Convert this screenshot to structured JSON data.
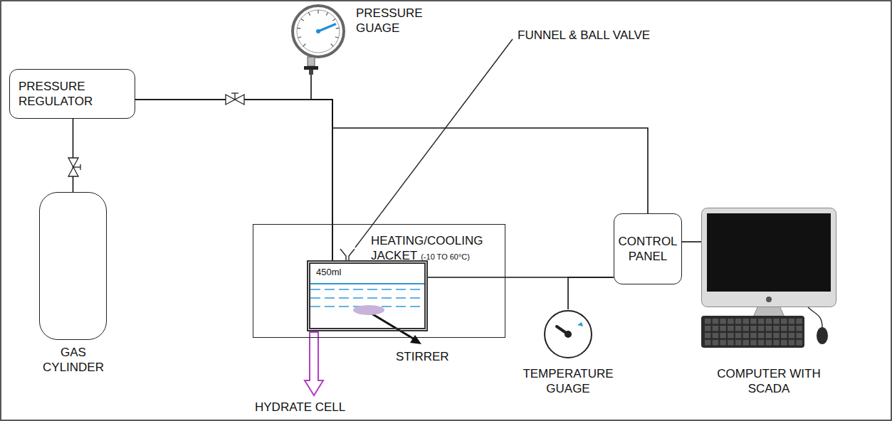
{
  "diagram": {
    "nodes": [
      {
        "text": [
          "PRESSURE REGULATOR"
        ]
      },
      {
        "text": [
          "PRESSURE GUAGE"
        ]
      },
      {
        "text": [
          "HEATING/COOLING JACKET",
          "(-10 TO 60°C)"
        ]
      },
      {
        "text": [
          "450ml"
        ],
        "in": 2
      },
      {
        "text": [
          "CONTROL PANEL"
        ]
      },
      {
        "text": [
          "GAS CYLINDER"
        ]
      },
      {
        "text": [
          "TEMPERATURE GUAGE"
        ]
      },
      {
        "text": [
          "COMPUTER WITH SCADA"
        ]
      }
    ],
    "edges": [
      {
        "from": 5,
        "to": 0,
        "arrow": "none"
      },
      {
        "from": 0,
        "to": 3,
        "arrow": "none"
      },
      {
        "from": 1,
        "to": 3,
        "arrow": "none"
      },
      {
        "from": 0,
        "to": 4,
        "arrow": "none"
      },
      {
        "from": 3,
        "to": 4,
        "arrow": "none"
      },
      {
        "from": 6,
        "to": 4,
        "arrow": "none"
      },
      {
        "from": 4,
        "to": 7,
        "arrow": "none"
      }
    ],
    "labels": [
      "FUNNEL & BALL VALVE",
      "HYDRATE CELL",
      "STIRRER"
    ]
  }
}
